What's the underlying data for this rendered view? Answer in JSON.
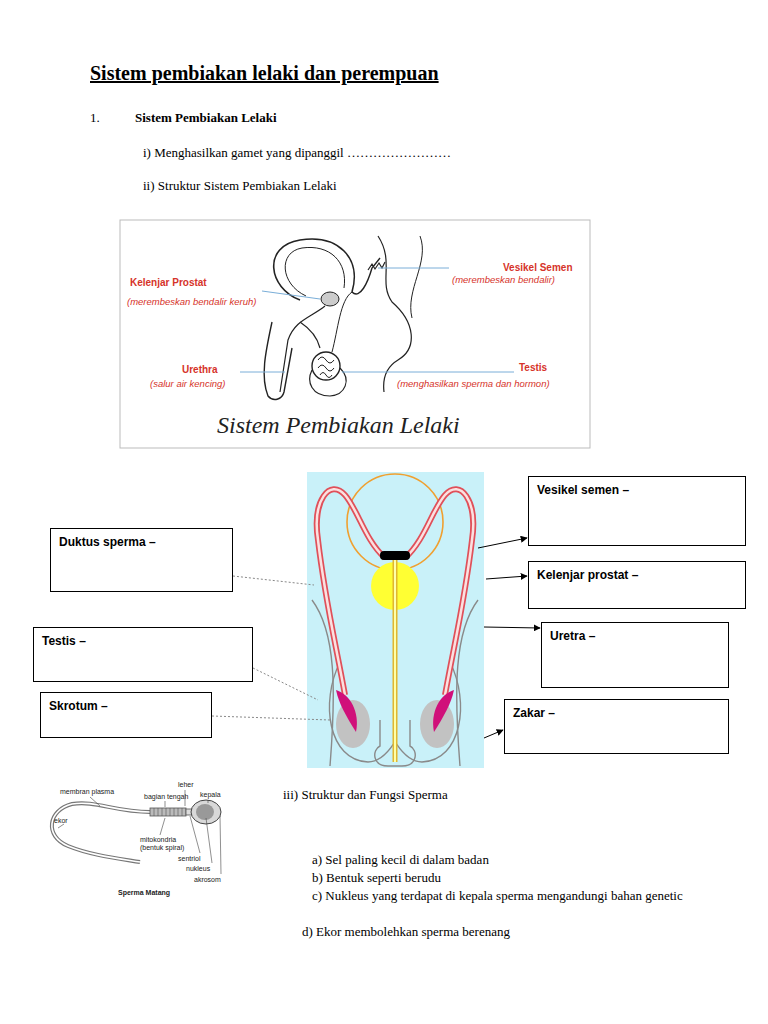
{
  "diagram": {
    "title": "Sistem pembiakan lelaki dan perempuan",
    "nodes": [
      {
        "text": [
          "Vesikel semen –"
        ]
      },
      {
        "text": [
          "Duktus sperma –"
        ]
      },
      {
        "text": [
          "Kelenjar prostat –"
        ]
      },
      {
        "text": [
          "Uretra –"
        ]
      },
      {
        "text": [
          "Testis –"
        ]
      },
      {
        "text": [
          "Skrotum –"
        ]
      },
      {
        "text": [
          "Zakar –"
        ]
      }
    ],
    "labels": [
      "1.",
      "Sistem Pembiakan Lelaki",
      "i) Menghasilkan gamet yang dipanggil ……………………",
      "ii) Struktur Sistem Pembiakan Lelaki",
      "Vesikel Semen",
      "(merembeskan bendalir)",
      "Kelenjar Prostat",
      "(merembeskan bendalir keruh)",
      "Urethra",
      "(salur air kencing)",
      "Testis",
      "(menghasilkan sperma dan hormon)",
      "Sistem Pembiakan Lelaki",
      "membran plasma",
      "leher",
      "kepala",
      "bagian tengah",
      "ekor",
      "mitokondria (bentuk spiral)",
      "sentriol",
      "nukleus",
      "akrosom",
      "Sperma Matang",
      "iii) Struktur dan Fungsi Sperma",
      "a) Sel paling kecil di dalam badan",
      "b) Bentuk seperti berudu",
      "c) Nukleus yang terdapat di kepala sperma mengandungi bahan genetic",
      "d) Ekor membolehkan sperma berenang"
    ]
  }
}
